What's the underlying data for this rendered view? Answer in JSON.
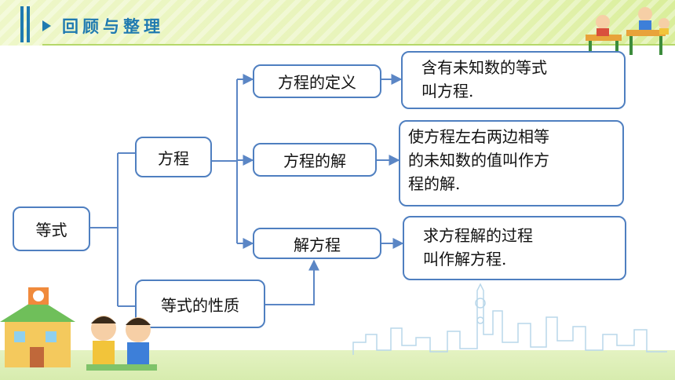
{
  "header": {
    "title": "回顾与整理"
  },
  "nodes": {
    "equation": "等式",
    "linear_equation": "方程",
    "equation_properties": "等式的性质",
    "definition": "方程的定义",
    "solution": "方程的解",
    "solving": "解方程"
  },
  "descriptions": {
    "definition": [
      "含有未知数的等式",
      "叫方程."
    ],
    "solution": [
      "使方程左右两边相等",
      "的未知数的值叫作方",
      "程的解."
    ],
    "solving": [
      "求方程解的过程",
      "叫作解方程."
    ]
  },
  "colors": {
    "accent": "#1f7ab0",
    "box_border": "#4f7fc0",
    "connector": "#5b86c5",
    "banner": "#e6f3b6"
  }
}
